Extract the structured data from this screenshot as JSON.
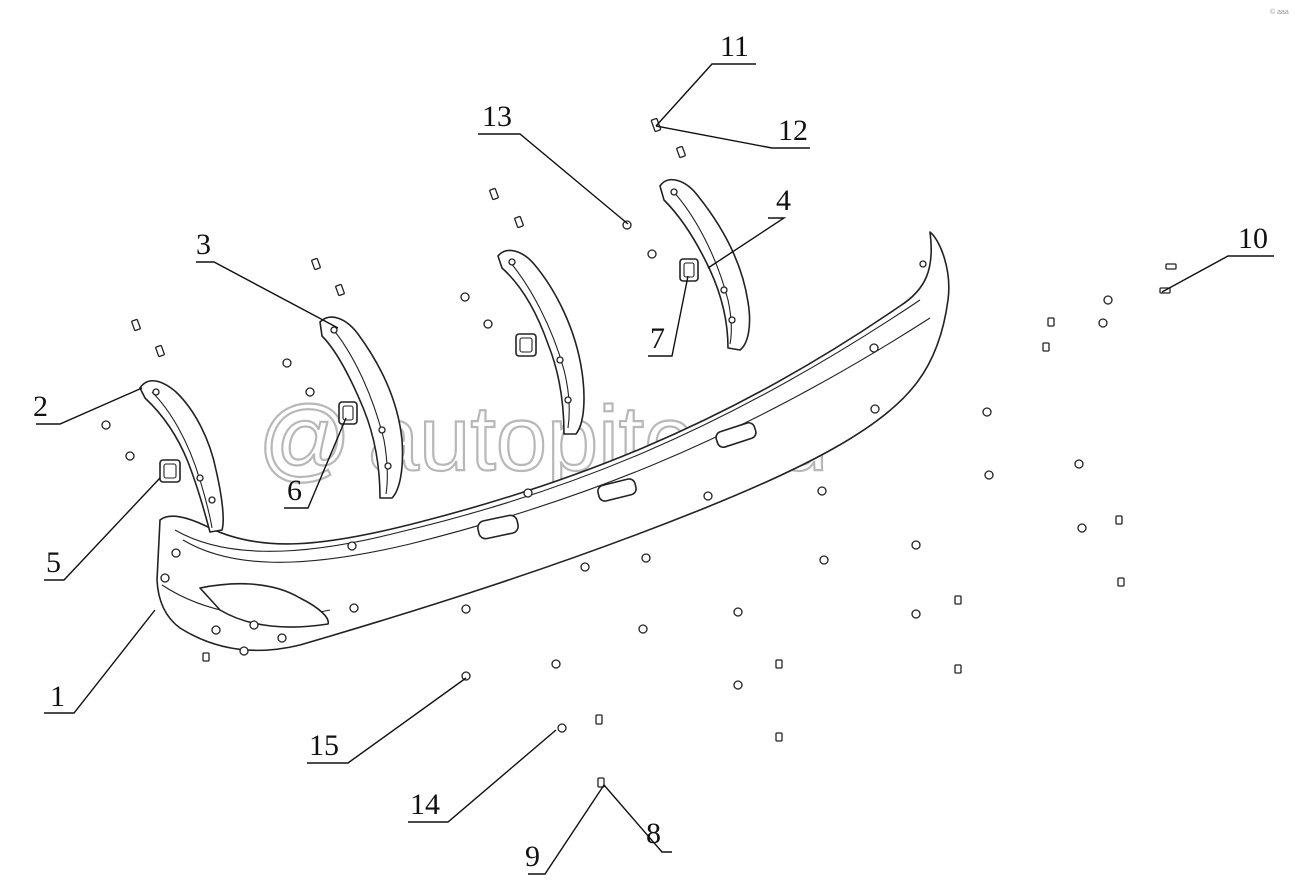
{
  "diagram": {
    "callouts": [
      "1",
      "2",
      "3",
      "4",
      "5",
      "6",
      "7",
      "8",
      "9",
      "10",
      "11",
      "12",
      "13",
      "14",
      "15"
    ],
    "watermark": "autopiter.ru",
    "watermark_symbol": "@",
    "corner_mark": "© ааа",
    "parts": {
      "bumper": "bumper-body",
      "brackets": [
        "bracket-1",
        "bracket-2",
        "bracket-3",
        "bracket-4"
      ],
      "pads": [
        "pad-5",
        "pad-6",
        "pad-7",
        "pad-extra"
      ]
    }
  }
}
